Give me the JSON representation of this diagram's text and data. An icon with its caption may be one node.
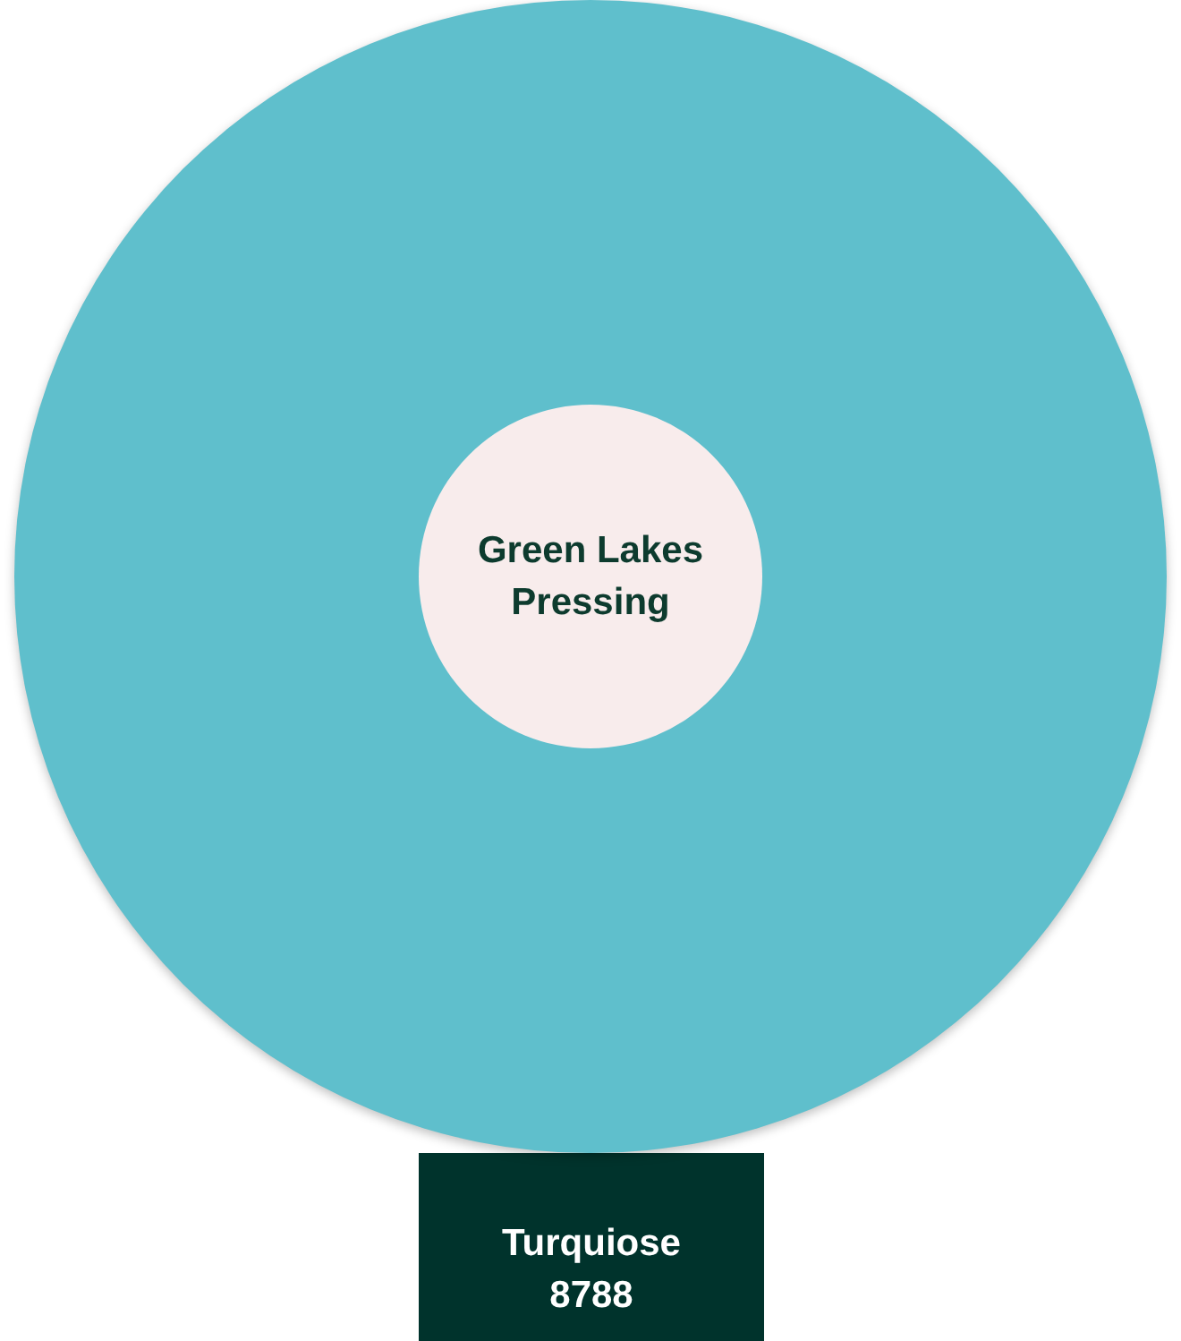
{
  "diagram": {
    "nodes": [
      {
        "text": [],
        "shape": "circle"
      },
      {
        "text": [
          "Green Lakes Pressing"
        ],
        "in": 0
      },
      {
        "text": [
          "Turquiose 8788"
        ]
      }
    ]
  }
}
